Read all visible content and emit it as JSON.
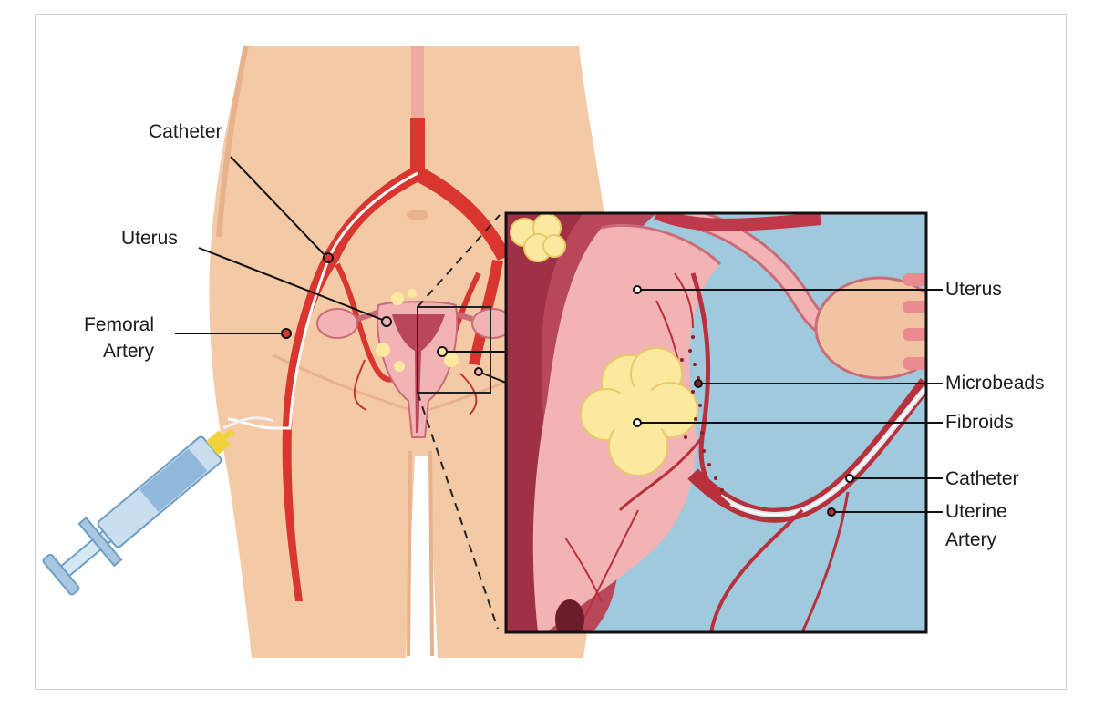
{
  "labels": {
    "catheter_left": "Catheter",
    "uterus_left": "Uterus",
    "femoral_line1": "Femoral",
    "femoral_line2": "Artery",
    "uterus_right": "Uterus",
    "microbeads": "Microbeads",
    "fibroids": "Fibroids",
    "catheter_right": "Catheter",
    "uterine_line1": "Uterine",
    "uterine_line2": "Artery"
  },
  "colors": {
    "skin": "#f3c9a6",
    "skin_shadow": "#e8b38c",
    "artery": "#d9362f",
    "artery_dark": "#a8242a",
    "uterus_pink": "#f2b3b4",
    "uterus_dark": "#b8475a",
    "fibroid": "#fbe9a0",
    "inset_bg": "#9fc9dc",
    "syringe": "#8fb8da"
  }
}
